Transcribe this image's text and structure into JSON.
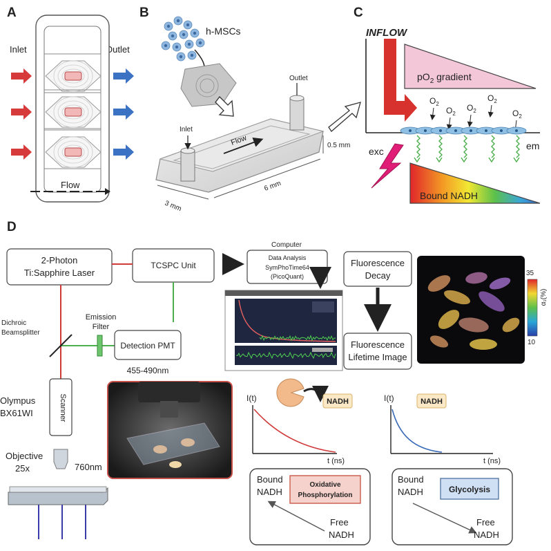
{
  "panels": {
    "a": {
      "letter": "A",
      "inlet_label": "Inlet",
      "outlet_label": "Outlet",
      "flow_label": "Flow"
    },
    "b": {
      "letter": "B",
      "cells_label": "h-MSCs",
      "outlet_label": "Outlet",
      "inlet_label": "Inlet",
      "flow_label": "Flow",
      "height_label": "0.5 mm",
      "length_label": "6 mm",
      "width_label": "3 mm"
    },
    "c": {
      "letter": "C",
      "inflow_label": "INFLOW",
      "po2_label_main": "pO",
      "po2_label_sub": "2",
      "po2_label_tail": " gradient",
      "o2_main": "O",
      "o2_sub": "2",
      "exc_label": "exc",
      "em_label": "em",
      "bound_nadh_label": "Bound NADH"
    },
    "d": {
      "letter": "D",
      "laser_line1": "2-Photon",
      "laser_line2": "Ti:Sapphire Laser",
      "tcspc_label": "TCSPC Unit",
      "computer_label": "Computer",
      "computer_line1": "Data Analysis",
      "computer_line2": "SymPhoTime64",
      "computer_line3": "(PicoQuant)",
      "decay_line1": "Fluorescence",
      "decay_line2": "Decay",
      "lifetime_line1": "Fluorescence",
      "lifetime_line2": "Lifetime Image",
      "emission_line1": "Emission",
      "emission_line2": "Filter",
      "dichroic_line1": "Dichroic",
      "dichroic_line2": "Beamsplitter",
      "pmt_label": "Detection PMT",
      "pmt_range": "455-490nm",
      "microscope_line1": "Olympus",
      "microscope_line2": "BX61WI",
      "scanner_label": "Scanner",
      "objective_line1": "Objective",
      "objective_line2": "25x",
      "wavelength_label": "760nm",
      "colorbar_max": "35",
      "colorbar_min": "10",
      "colorbar_label": "α₁(%)",
      "curve_left": {
        "y_label": "I(t)",
        "x_label": "t (ns)",
        "badge": "NADH",
        "bound_line1": "Bound",
        "bound_line2": "NADH",
        "free_line1": "Free",
        "free_line2": "NADH",
        "process_line1": "Oxidative",
        "process_line2": "Phosphorylation"
      },
      "curve_right": {
        "y_label": "I(t)",
        "x_label": "t (ns)",
        "badge": "NADH",
        "bound_line1": "Bound",
        "bound_line2": "NADH",
        "free_line1": "Free",
        "free_line2": "NADH",
        "process_line1": "Glycolysis"
      }
    }
  },
  "colors": {
    "inlet_arrow": "#d63a3a",
    "outlet_arrow": "#3b72c4",
    "po2_fill": "#f3c6d8",
    "ox_box": "#f6d2cc",
    "glyco_box": "#cfe0f4",
    "badge": "#fbe8c6",
    "laser_line": "#d23a3a",
    "emission_line": "#4cae4c",
    "pacman": "#f2b98a"
  }
}
